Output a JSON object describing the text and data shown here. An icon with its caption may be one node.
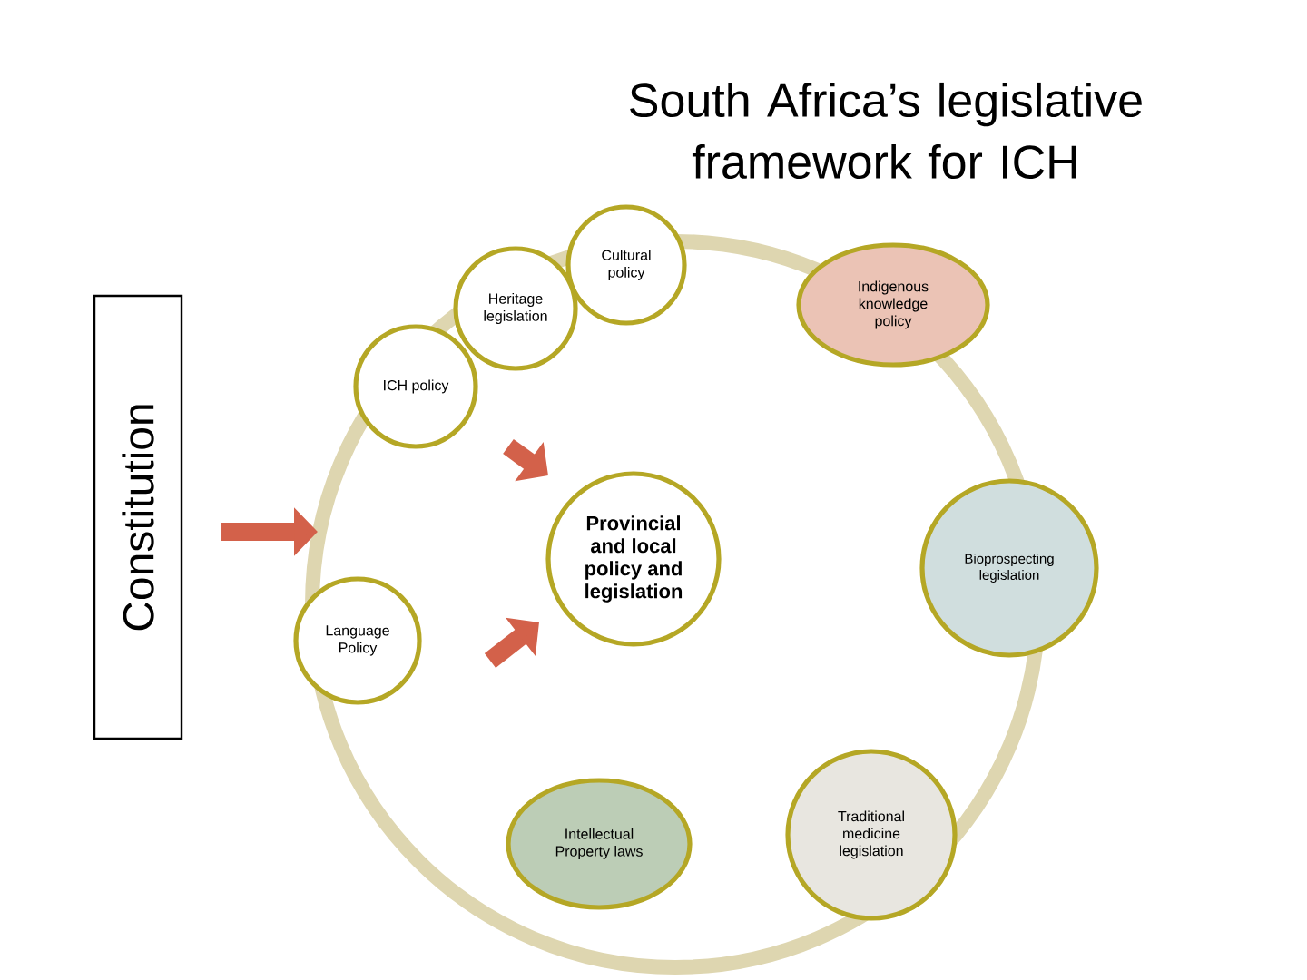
{
  "diagram": {
    "title": "South Africa’s legislative framework for ICH",
    "nodes": [
      {
        "text": [
          "Constitution"
        ]
      },
      {
        "text": [
          "Cultural policy"
        ]
      },
      {
        "text": [
          "Heritage legislation"
        ]
      },
      {
        "text": [
          "ICH policy"
        ]
      },
      {
        "text": [
          "Indigenous knowledge policy"
        ]
      },
      {
        "text": [
          "Provincial and local policy and legislation"
        ]
      },
      {
        "text": [
          "Bioprospecting legislation"
        ]
      },
      {
        "text": [
          "Language Policy"
        ]
      },
      {
        "text": [
          "Intellectual Property laws"
        ]
      },
      {
        "text": [
          "Traditional medicine legislation"
        ]
      }
    ]
  }
}
